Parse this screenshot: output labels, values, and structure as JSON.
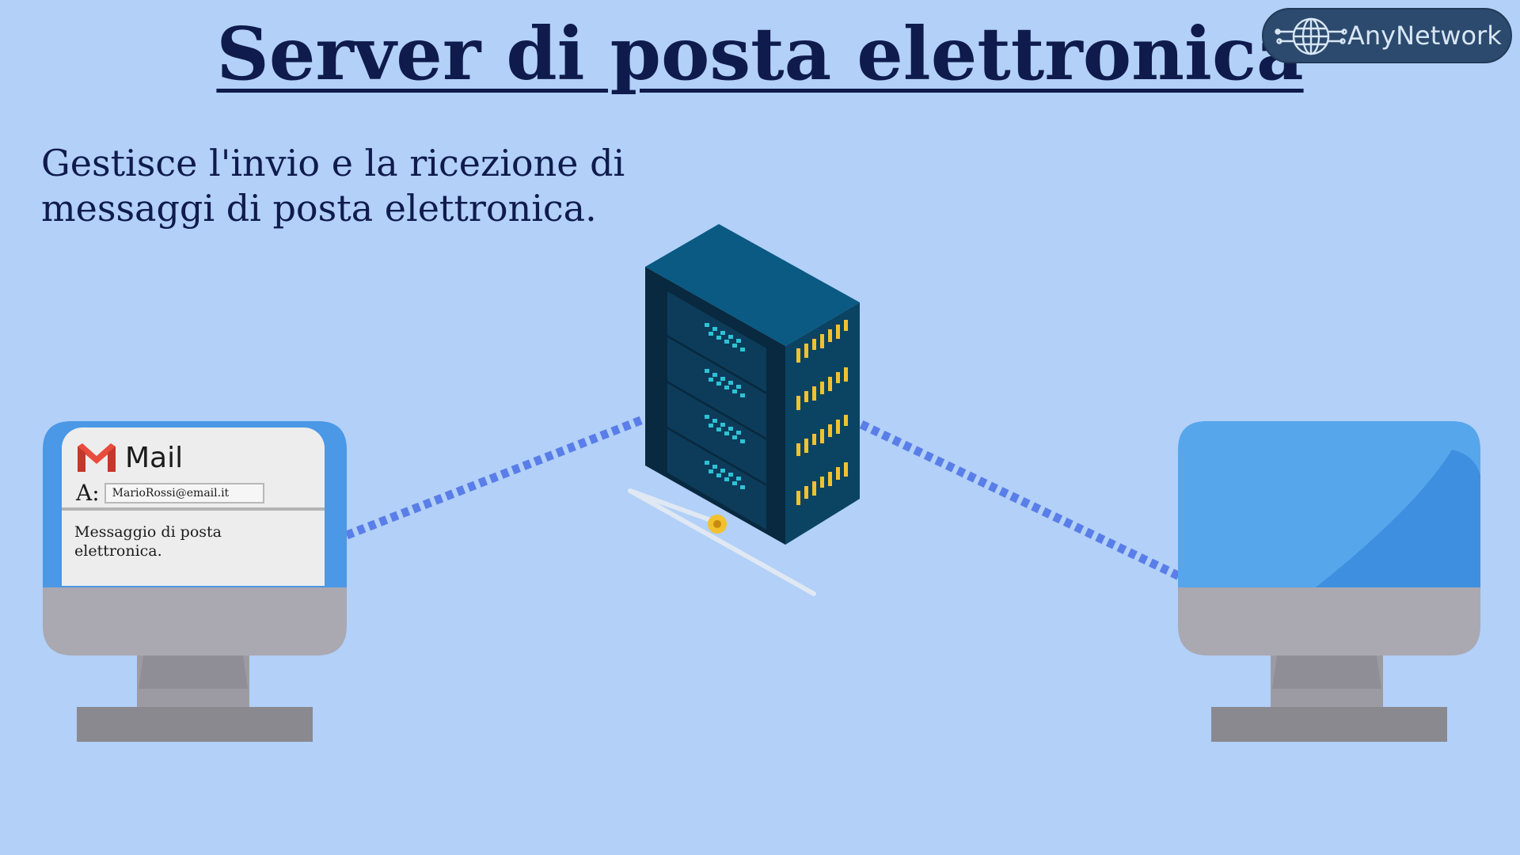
{
  "title": "Server di posta elettronica",
  "subtitle": "Gestisce l'invio e la ricezione di messaggi di posta elettronica.",
  "logo": {
    "text": "AnyNetwork",
    "icon": "globe-circuit-icon"
  },
  "mail": {
    "app_label": "Mail",
    "icon": "gmail-icon",
    "to_label": "A:",
    "to_value": "MarioRossi@email.it",
    "body": "Messaggio di posta elettronica."
  },
  "colors": {
    "background": "#b2d0f8",
    "text": "#0f1b4c",
    "link": "#5a7ee8",
    "screen": "#4f9ee8",
    "server": "#0d4a6e"
  }
}
